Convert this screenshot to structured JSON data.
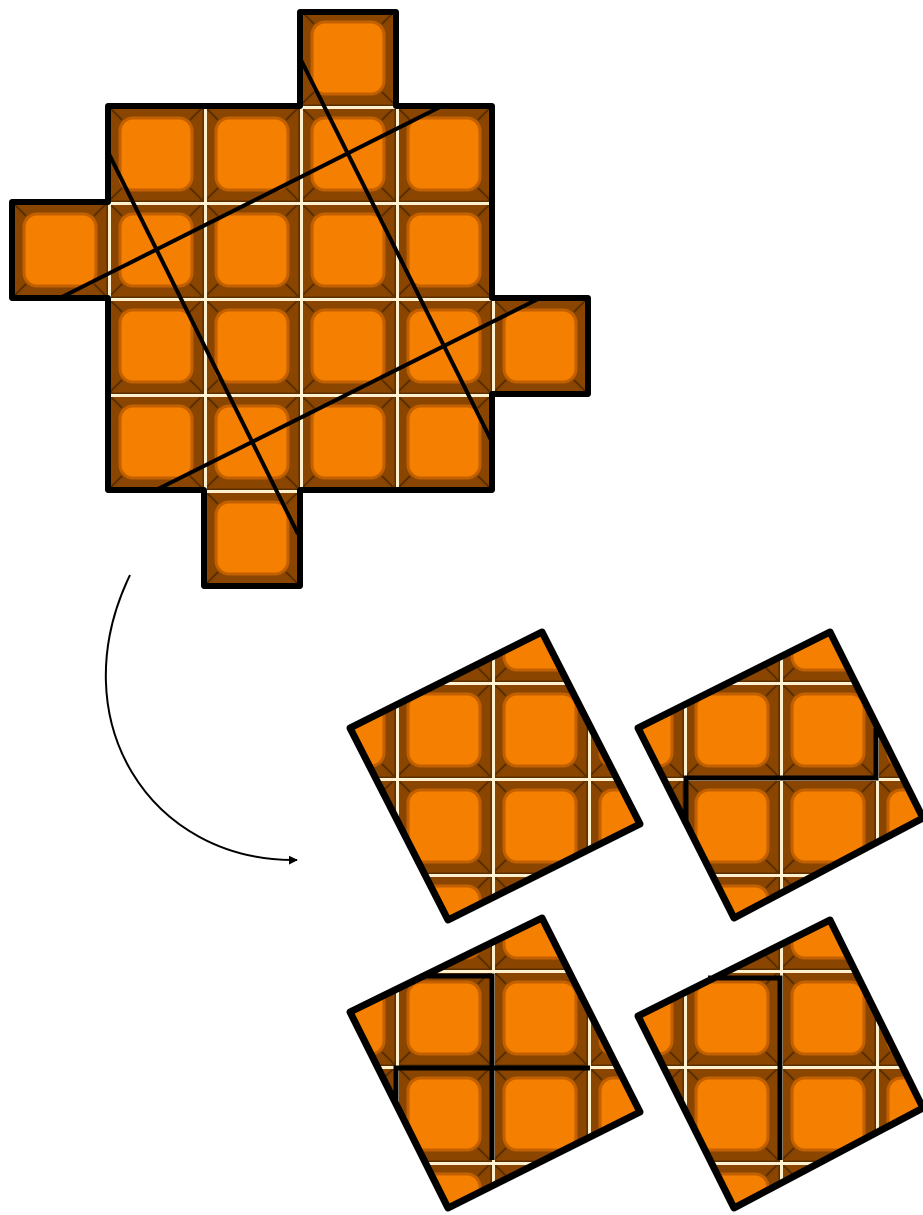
{
  "diagram": {
    "description_visible_text": "",
    "tile_colors": {
      "fill": "#f57f00",
      "rim": "#8a4500",
      "groove": "#5a2f00",
      "highlight": "#fff1d0",
      "outline": "#000000",
      "background": "#ffffff"
    },
    "source_shape": {
      "cell_rows": [
        [
          3
        ],
        [
          1,
          2,
          3,
          4
        ],
        [
          0,
          1,
          2,
          3,
          4
        ],
        [
          1,
          2,
          3,
          4,
          5
        ],
        [
          1,
          2,
          3,
          4
        ],
        [
          2
        ]
      ]
    },
    "result_pieces_count": 4,
    "arrow": "curved-arrow"
  }
}
